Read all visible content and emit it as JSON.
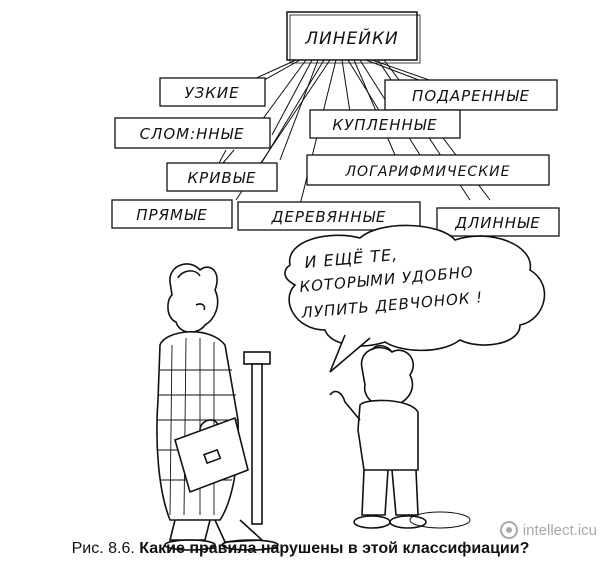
{
  "diagram": {
    "root": "ЛИНЕЙКИ",
    "categories": {
      "narrow": "УЗКИЕ",
      "broken": "СЛОМ:ННЫЕ",
      "curved": "КРИВЫЕ",
      "straight": "ПРЯМЫЕ",
      "wooden": "ДЕРЕВЯННЫЕ",
      "gifted": "ПОДАРЕННЫЕ",
      "bought": "КУПЛЕННЫЕ",
      "logarithmic": "ЛОГАРИФМИЧЕСКИЕ",
      "long": "ДЛИННЫЕ"
    }
  },
  "speech_bubble": {
    "line1": "И ЕЩЁ ТЕ,",
    "line2": "КОТОРЫМИ УДОБНО",
    "line3": "ЛУПИТЬ ДЕВЧОНОК !"
  },
  "caption": {
    "prefix": "Рис. 8.6.",
    "text": "Какие правила нарушены в этой классифиации?"
  },
  "watermark": {
    "text": "intellect.icu"
  },
  "colors": {
    "ink": "#111111",
    "paper": "#ffffff",
    "watermark": "#a9a9a9"
  }
}
